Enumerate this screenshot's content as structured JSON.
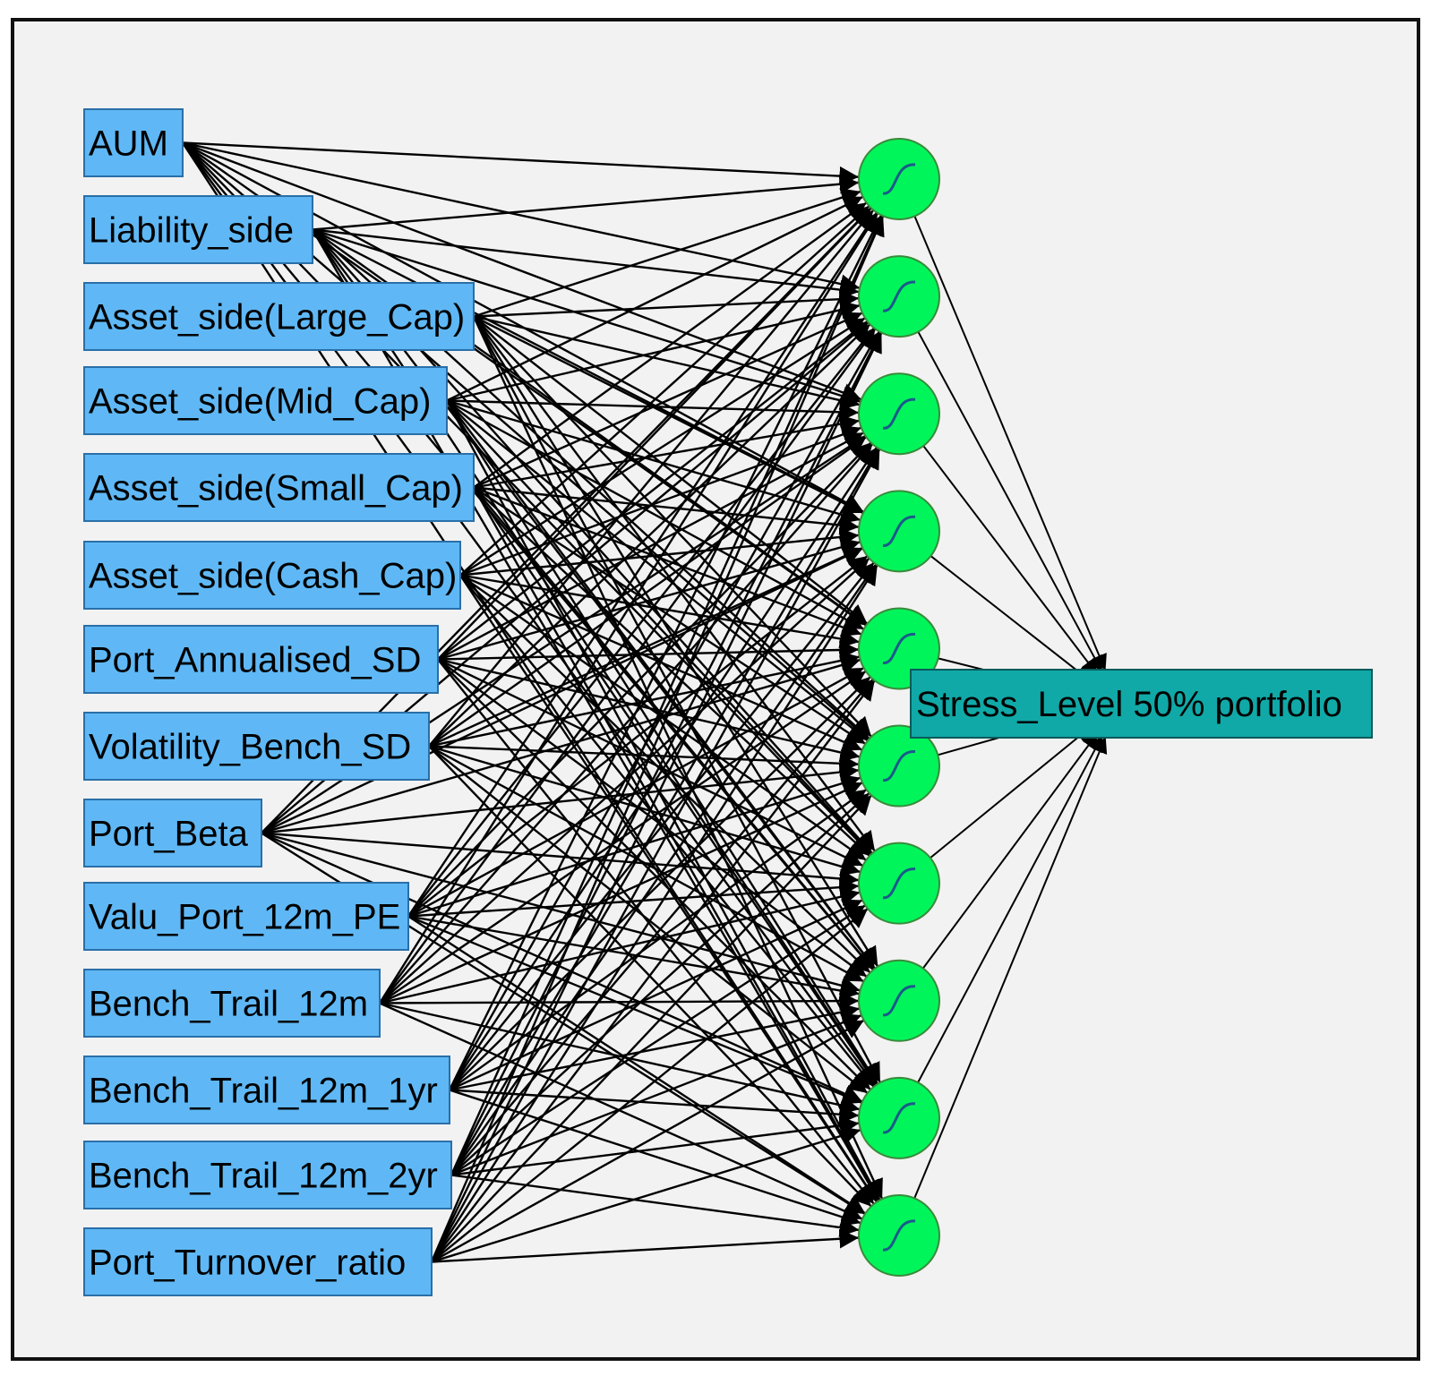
{
  "diagram": {
    "inputs": [
      "AUM",
      "Liability_side",
      "Asset_side(Large_Cap)",
      "Asset_side(Mid_Cap)",
      "Asset_side(Small_Cap)",
      "Asset_side(Cash_Cap)",
      "Port_Annualised_SD",
      "Volatility_Bench_SD",
      "Port_Beta",
      "Valu_Port_12m_PE",
      "Bench_Trail_12m",
      "Bench_Trail_12m_1yr",
      "Bench_Trail_12m_2yr",
      "Port_Turnover_ratio"
    ],
    "hidden_node_count": 10,
    "hidden_activation": "sigmoid-icon",
    "output": "Stress_Level 50% portfolio",
    "colors": {
      "input_fill": "#5fb8f5",
      "input_border": "#2a6fa8",
      "hidden_fill": "#00f55a",
      "hidden_border": "#3a8a3a",
      "output_fill": "#10a9a7",
      "output_border": "#0b5a5a",
      "edge": "#000000",
      "background": "#f2f2f2"
    }
  }
}
